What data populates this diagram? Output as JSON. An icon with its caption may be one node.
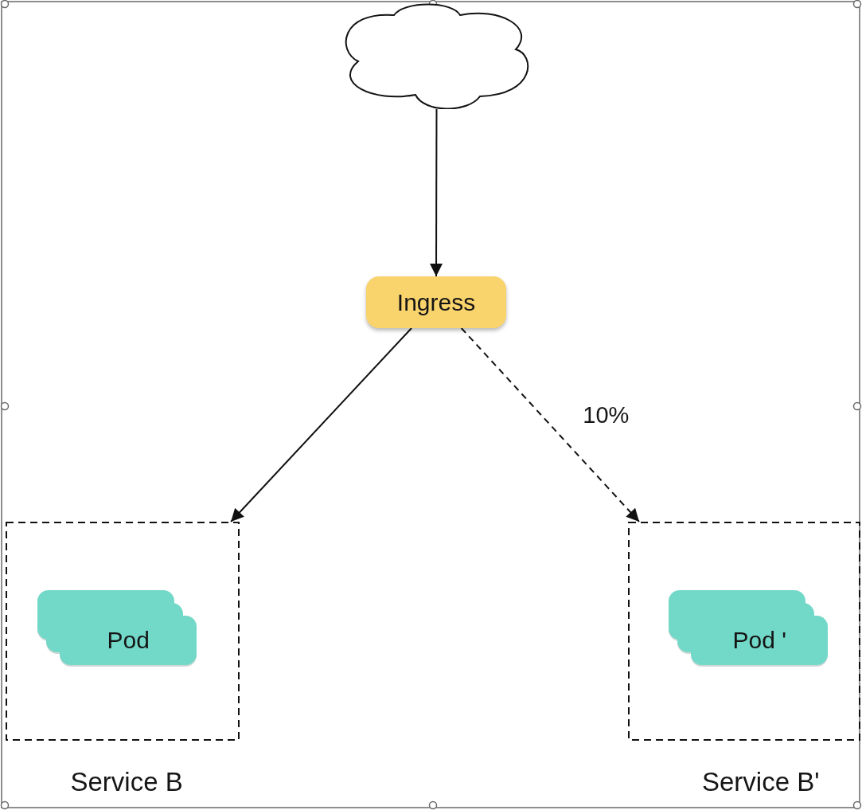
{
  "diagram": {
    "nodes": [
      {
        "text": [],
        "shape": "cloud"
      },
      {
        "text": [
          "Ingress"
        ]
      },
      {
        "text": [
          "Service B"
        ]
      },
      {
        "text": [
          "Pod"
        ],
        "in": 2
      },
      {
        "text": [
          "Service B'"
        ]
      },
      {
        "text": [
          "Pod '"
        ],
        "in": 4
      }
    ],
    "edges": [
      {
        "from": 0,
        "to": 1,
        "arrow": "to"
      },
      {
        "from": 1,
        "to": 2,
        "arrow": "to"
      },
      {
        "from": 1,
        "to": 4,
        "arrow": "to",
        "label": "10%",
        "style": "dashed"
      }
    ]
  }
}
